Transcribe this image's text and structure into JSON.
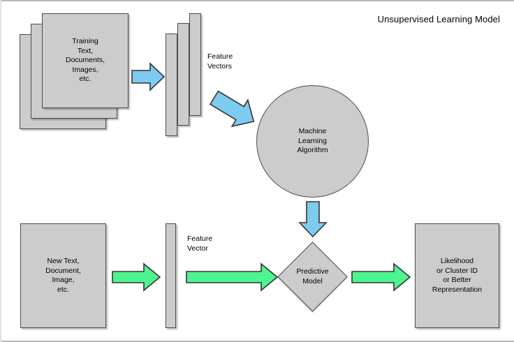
{
  "title": "Unsupervised Learning Model",
  "colors": {
    "shape_fill": "#cccccc",
    "shape_stroke": "#4d4d4d",
    "blue_arrow": "#7ecbf0",
    "green_arrow": "#4df58f",
    "arrow_stroke": "#333333",
    "frame": "#b8b8b8",
    "background": "#ffffff",
    "text": "#000000"
  },
  "training_row": {
    "documents_stack": {
      "label": "Training\nText,\nDocuments,\nImages,\netc.",
      "sheet_count": 3
    },
    "arrow_docs_to_vectors": "blue-arrow-right",
    "feature_vectors": {
      "caption": "Feature\nVectors",
      "bar_count": 3
    },
    "arrow_vectors_to_algorithm": "blue-arrow-diagonal-down-right",
    "algorithm": {
      "label": "Machine\nLearning\nAlgorithm"
    }
  },
  "arrow_algorithm_to_model": "blue-arrow-down",
  "prediction_row": {
    "new_input": {
      "label": "New Text,\nDocument,\nImage,\netc."
    },
    "arrow_input_to_vector": "green-arrow-right",
    "feature_vector": {
      "caption": "Feature\nVector",
      "bar_count": 1
    },
    "arrow_vector_to_model": "green-arrow-right-long",
    "predictive_model": {
      "label": "Predictive\nModel"
    },
    "arrow_model_to_output": "green-arrow-right",
    "output": {
      "label": "Likelihood\nor Cluster ID\nor Better\nRepresentation"
    }
  }
}
